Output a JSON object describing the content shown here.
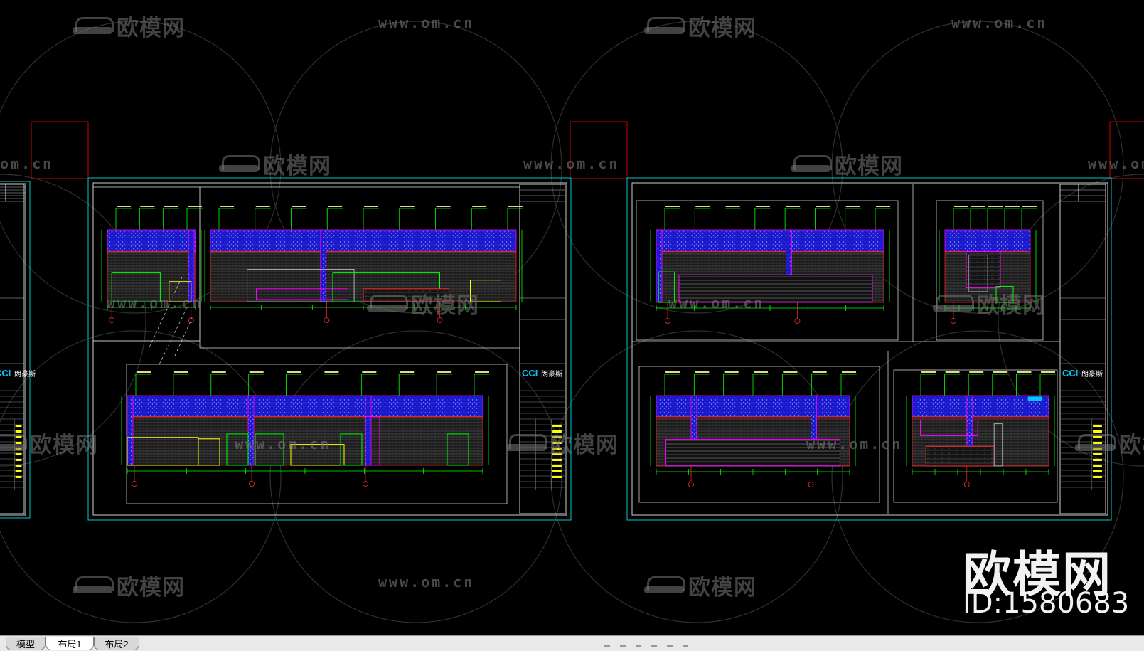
{
  "watermark": {
    "brand": "欧模网",
    "url": "www.om.cn",
    "url_partial": "om.cn"
  },
  "logo": {
    "text": "欧模网",
    "id_text": "ID:1580683"
  },
  "sheets": {
    "title_block_company": "CCI",
    "title_block_brand": "朗豪斯"
  },
  "tabs": [
    {
      "label": "模型",
      "active": false
    },
    {
      "label": "布局1",
      "active": true
    },
    {
      "label": "布局2",
      "active": false
    }
  ],
  "colors": {
    "background": "#000000",
    "viewport_frame": "#00c8c8",
    "sheet_border": "#ffffff",
    "marker_red": "#d00000",
    "ceiling_blue": "#1a1acc",
    "line_green": "#00ff00",
    "line_magenta": "#ff00ff",
    "line_yellow": "#ffff00"
  }
}
